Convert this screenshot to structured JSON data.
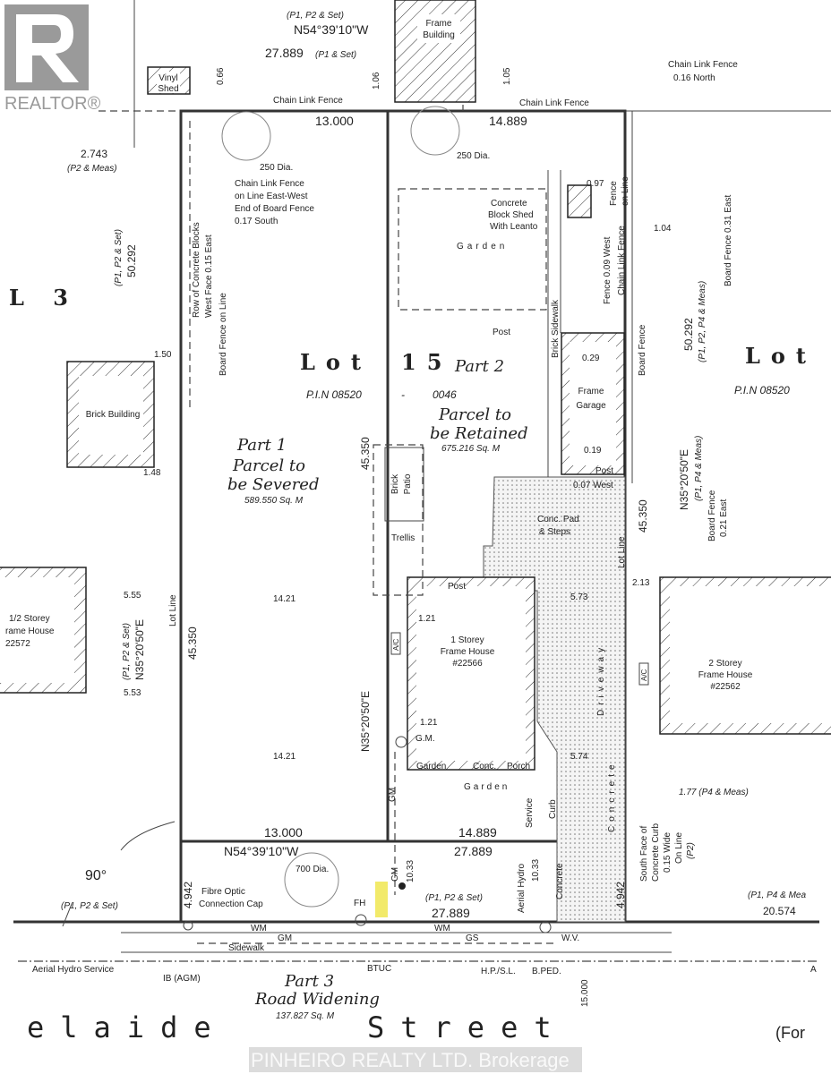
{
  "watermark": {
    "realtor": "REALTOR®",
    "brokerage": "PINHEIRO REALTY LTD. Brokerage"
  },
  "lot": {
    "name": "Lot 15",
    "lot_word": "Lot",
    "lot_num": "15",
    "left_lot": "L 3",
    "right_lot": "Lot",
    "pin_left": "P.I.N 08520",
    "pin_dash": "-",
    "pin_num": "0046",
    "pin_right": "P.I.N 08520"
  },
  "parts": {
    "part1": {
      "title": "Part 1",
      "line1": "Parcel to",
      "line2": "be Severed",
      "area": "589.550 Sq. M"
    },
    "part2": {
      "title": "Part 2",
      "line1": "Parcel to",
      "line2": "be Retained",
      "area": "675.216 Sq. M"
    },
    "part3": {
      "title": "Part 3",
      "line1": "Road Widening",
      "area": "137.827 Sq. M"
    }
  },
  "street": {
    "name_left": "elaide",
    "name_right": "Street",
    "width": "15.000",
    "for": "(For"
  },
  "top": {
    "ref": "(P1, P2 & Set)",
    "bearing": "N54°39'10\"W",
    "dist": "27.889",
    "dist_ref": "(P1 & Set)",
    "left_seg": "13.000",
    "right_seg": "14.889",
    "fence1": "Chain Link Fence",
    "fence2": "Chain Link Fence",
    "off1": "0.66",
    "off2": "1.06",
    "off3": "1.05",
    "ne_fence": "Chain Link Fence",
    "ne_fence2": "0.16 North",
    "left_off": "2.743",
    "left_off_ref": "(P2 & Meas)",
    "nw_note": [
      "Chain Link Fence",
      "on Line East-West",
      "End of Board Fence",
      "0.17 South"
    ]
  },
  "buildings": {
    "vinyl_shed": [
      "Vinyl",
      "Shed"
    ],
    "frame_building": [
      "Frame",
      "Building"
    ],
    "brick_building": "Brick Building",
    "left_house": [
      "1/2 Storey",
      "rame House",
      "22572"
    ],
    "house_22566": [
      "1 Storey",
      "Frame House",
      "#22566"
    ],
    "house_22562": [
      "2 Storey",
      "Frame House",
      "#22562"
    ],
    "garage": [
      "Frame",
      "Garage"
    ],
    "shed": [
      "Concrete",
      "Block Shed",
      "With Leanto"
    ],
    "patio": [
      "Brick",
      "Patio"
    ],
    "trellis": "Trellis",
    "ac": "A/C"
  },
  "labels": {
    "tree_250a": "250 Dia.",
    "tree_250b": "250 Dia.",
    "tree_700": "700 Dia.",
    "garden": "Garden",
    "garden2": "Garden",
    "garden3": "Garden",
    "conc": "Conc.",
    "porch": "Porch",
    "post1": "Post",
    "post2": "Post",
    "post3": [
      "Post",
      "0.07 West"
    ],
    "conc_pad": [
      "Conc. Pad",
      "& Steps"
    ],
    "brick_sidewalk": "Brick Sidewalk",
    "fence_on_line": [
      "Fence",
      "on Line"
    ],
    "fence_009": "Fence 0.09 West",
    "chain_link": "Chain Link Fence",
    "board_fence": "Board Fence",
    "board_fence_031": "Board Fence 0.31 East",
    "board_fence_021": [
      "Board Fence",
      "0.21 East"
    ],
    "row_blocks": [
      "Row of Concrete Blocks",
      "West Face 0.15 East"
    ],
    "board_fence_line": "Board Fence on Line",
    "lot_line": "Lot Line",
    "lot_line_r": "Lot Line",
    "driveway": "Driveway",
    "concrete": "Concrete",
    "gm": "G.M.",
    "gm2": "GM",
    "gm3": "GM",
    "fh": "FH",
    "fibre": [
      "Fibre Optic",
      "Connection Cap"
    ],
    "service": "Service",
    "curb": "Curb",
    "aerial": "Aerial Hydro",
    "wm1": "WM",
    "wm2": "WM",
    "sidewalk": "Sidewalk",
    "gm4": "GM",
    "gs": "GS",
    "wv": "W.V.",
    "aerial_service": "Aerial Hydro Service",
    "ib": "IB (AGM)",
    "btuc": "BTUC",
    "hp": "H.P./S.L.",
    "bped": "B.PED.",
    "a": "A",
    "south_face": [
      "South Face of",
      "Concrete Curb",
      "0.15 Wide",
      "On Line",
      "(P2)"
    ]
  },
  "dims": {
    "d097": "0.97",
    "d104": "1.04",
    "d029": "0.29",
    "d019": "0.19",
    "d150": "1.50",
    "d148": "1.48",
    "d555": "5.55",
    "d553": "5.53",
    "d1421a": "14.21",
    "d1421b": "14.21",
    "d121a": "1.21",
    "d121b": "1.21",
    "d573": "5.73",
    "d574": "5.74",
    "d213": "2.13",
    "d177": "1.77 (P4 & Meas)",
    "left_total": "50.292",
    "left_total_ref": "(P1, P2 & Set)",
    "right_total": "50.292",
    "right_total_ref": "(P1, P2, P4 & Meas)",
    "mid_4535": "45.350",
    "left_4535": "45.350",
    "right_4535": "45.350",
    "bearing_mid": "N35°20'50\"E",
    "bearing_left": "N35°20'50\"E",
    "bearing_left_ref": "(P1, P2 & Set)",
    "bearing_right": "N35°20'50\"E",
    "bearing_right_ref": "(P1, P4 & Meas)",
    "bot_left_seg": "13.000",
    "bot_right_seg": "14.889",
    "bot_bearing": "N54°39'10\"W",
    "bot_total": "27.889",
    "front_left": "4.942",
    "front_right": "4.942",
    "front_total": "27.889",
    "front_ref": "(P1, P2 & Set)",
    "gm_1033": "10.33",
    "hydro_1033": "10.33",
    "angle": "90°",
    "angle_ref": "(P1, P2 & Set)",
    "east_dist": "20.574",
    "east_ref": "(P1, P4 & Mea"
  },
  "colors": {
    "hydrant": "#f2ea6a",
    "line": "#222222",
    "watermark": "#9a9a9a"
  }
}
